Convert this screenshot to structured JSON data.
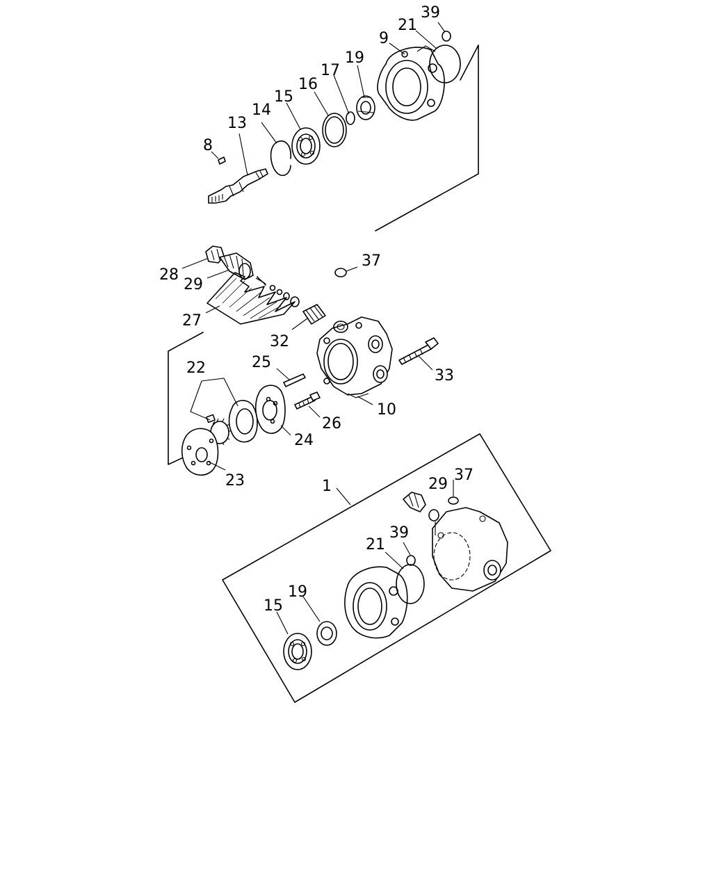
{
  "diagram": {
    "labels": [
      "39",
      "21",
      "9",
      "19",
      "17",
      "16",
      "15",
      "14",
      "13",
      "8",
      "37",
      "28",
      "29",
      "27",
      "32",
      "33",
      "25",
      "22",
      "10",
      "26",
      "24",
      "23",
      "1",
      "29",
      "37",
      "39",
      "21",
      "19",
      "15"
    ]
  }
}
